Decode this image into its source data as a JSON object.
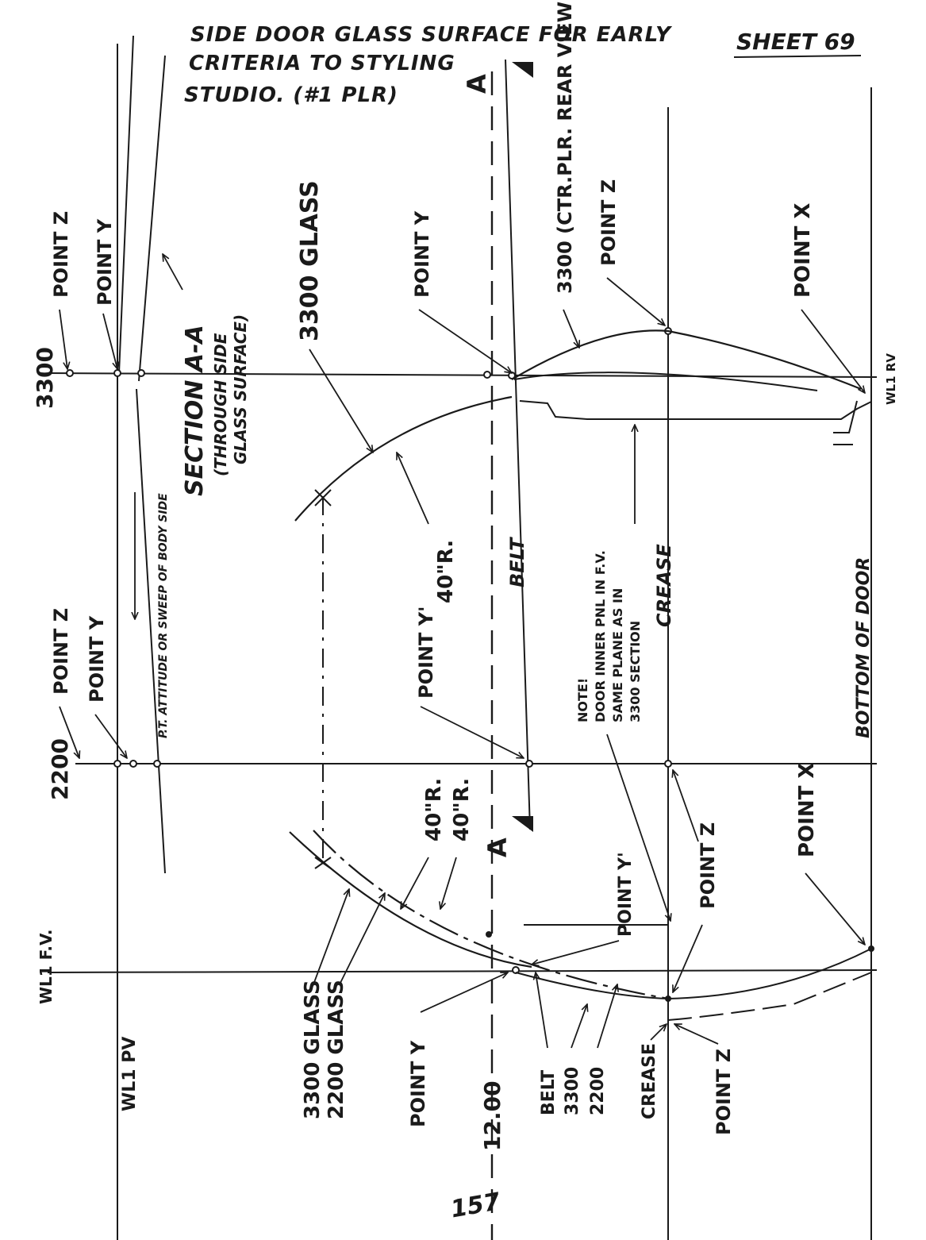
{
  "header": {
    "title_line1": "SIDE DOOR GLASS SURFACE FOR EARLY",
    "title_line2": "CRITERIA TO STYLING",
    "title_line3": "STUDIO. (#1 PLR)",
    "sheet": "SHEET 69"
  },
  "stations": {
    "s3300": "3300",
    "s2200": "2200",
    "wl1_fv": "WL1 F.V.",
    "wl1_rv": "WL1 RV",
    "wl1_pv": "WL1 PV",
    "z1200": "12.00"
  },
  "points": {
    "z_top_right": "POINT Z",
    "y_top_right": "POINT Y",
    "z_top_mid": "POINT Z",
    "y_top_mid": "POINT Y",
    "y_3300": "POINT Y",
    "z_3300": "POINT Z",
    "x_3300": "POINT X",
    "y_prime_mid": "POINT Y'",
    "x_left": "POINT X",
    "z_left": "POINT Z",
    "y_prime_left": "POINT Y'",
    "y_bottom": "POINT Y",
    "z_bottom": "POINT Z"
  },
  "labels": {
    "section": "SECTION A-A",
    "section_sub1": "(THROUGH SIDE",
    "section_sub2": "GLASS SURFACE)",
    "body_side": "P.T. ATTITUDE OR SWEEP OF BODY SIDE",
    "glass_3300": "3300 GLASS",
    "ctr_plr": "3300 (CTR.PLR. REAR VIEW)",
    "radius_mid": "40\"R.",
    "belt_mid": "BELT",
    "crease_mid": "CREASE",
    "bottom_door": "BOTTOM OF DOOR",
    "note_title": "NOTE!",
    "note_l1": "DOOR INNER PNL IN F.V.",
    "note_l2": "SAME PLANE AS IN",
    "note_l3": "3300 SECTION",
    "radius_left1": "40\"R.",
    "radius_left2": "40\"R.",
    "glass_3300_left": "3300 GLASS",
    "glass_2200_left": "2200 GLASS",
    "belt_bottom": "BELT",
    "b3300": "3300",
    "b2200": "2200",
    "crease_bottom": "CREASE",
    "section_mark_a": "A",
    "page_number": "157"
  }
}
